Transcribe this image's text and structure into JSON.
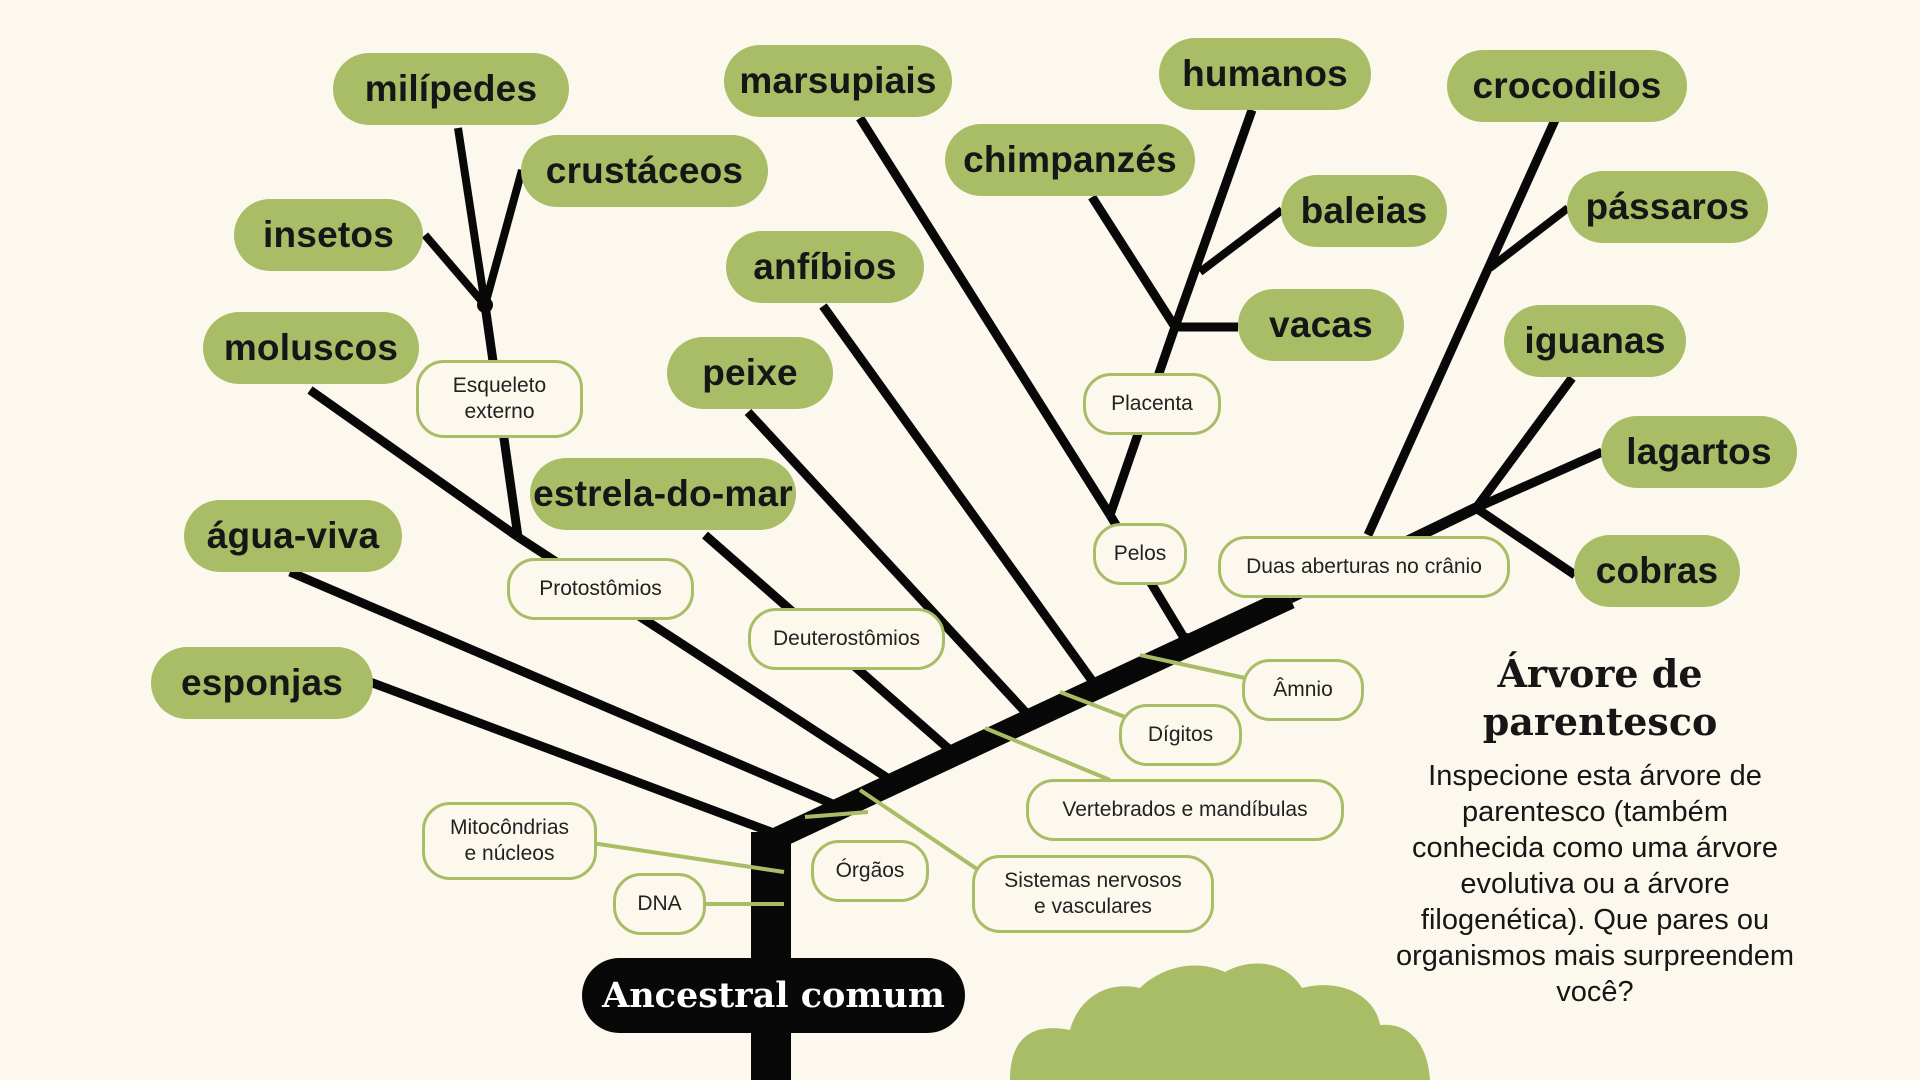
{
  "diagram": {
    "root": "Ancestral comum",
    "species": {
      "esponjas": "esponjas",
      "agua_viva": "água-viva",
      "moluscos": "moluscos",
      "insetos": "insetos",
      "milipedes": "milípedes",
      "crustaceos": "crustáceos",
      "estrela_do_mar": "estrela-do-mar",
      "peixe": "peixe",
      "anfibios": "anfíbios",
      "marsupiais": "marsupiais",
      "chimpanzes": "chimpanzés",
      "humanos": "humanos",
      "baleias": "baleias",
      "vacas": "vacas",
      "crocodilos": "crocodilos",
      "passaros": "pássaros",
      "iguanas": "iguanas",
      "lagartos": "lagartos",
      "cobras": "cobras"
    },
    "traits": {
      "dna": "DNA",
      "mitocondrias": "Mitocôndrias\ne núcleos",
      "orgaos": "Órgãos",
      "sistemas": "Sistemas nervosos\ne vasculares",
      "protostomios": "Protostômios",
      "esqueleto": "Esqueleto\nexterno",
      "deuterostomios": "Deuterostômios",
      "vertebrados": "Vertebrados e mandíbulas",
      "digitos": "Dígitos",
      "amnio": "Âmnio",
      "pelos": "Pelos",
      "placenta": "Placenta",
      "duas_aberturas": "Duas aberturas no crânio"
    }
  },
  "info": {
    "title": "Árvore de\nparentesco",
    "text": "Inspecione esta árvore de parentesco (também conhecida como uma árvore evolutiva ou a árvore filogenética). Que pares ou organismos mais surpreendem você?"
  },
  "colors": {
    "background": "#fdf8ee",
    "leaf_green": "#a8bd66",
    "branch": "#080808"
  }
}
